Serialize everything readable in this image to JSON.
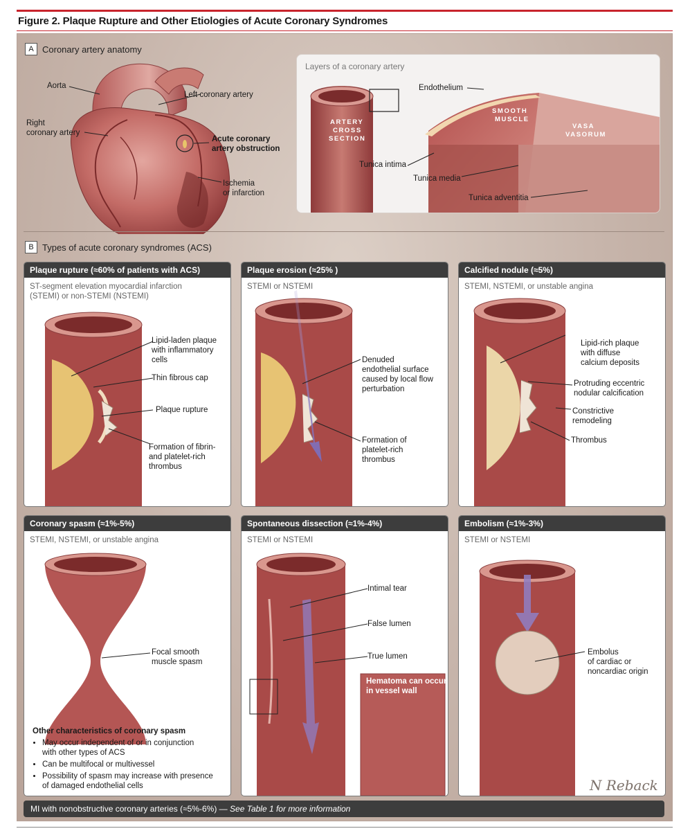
{
  "figure": {
    "title": "Figure 2. Plaque Rupture and Other Etiologies of Acute Coronary Syndromes",
    "signature": "N Reback"
  },
  "sectionA": {
    "letter": "A",
    "title": "Coronary artery anatomy",
    "labels": {
      "aorta": "Aorta",
      "left_coronary": "Left coronary artery",
      "right_coronary_1": "Right",
      "right_coronary_2": "coronary artery",
      "obstruction_1": "Acute coronary",
      "obstruction_2": "artery obstruction",
      "ischemia_1": "Ischemia",
      "ischemia_2": "or infarction"
    },
    "inset": {
      "title": "Layers of a coronary artery",
      "endothelium": "Endothelium",
      "smooth_1": "SMOOTH",
      "smooth_2": "MUSCLE",
      "vasa_1": "VASA",
      "vasa_2": "VASORUM",
      "cross_1": "ARTERY",
      "cross_2": "CROSS",
      "cross_3": "SECTION",
      "intima": "Tunica intima",
      "media": "Tunica media",
      "adventitia": "Tunica adventitia"
    }
  },
  "sectionB": {
    "letter": "B",
    "title": "Types of acute coronary syndromes (ACS)",
    "cards": [
      {
        "header": "Plaque rupture (≈60% of patients with ACS)",
        "sub1": "ST-segment elevation myocardial infarction",
        "sub2": "(STEMI) or non-STEMI (NSTEMI)",
        "l1": "Lipid-laden plaque",
        "l2": "with inflammatory",
        "l3": "cells",
        "l4": "Thin fibrous cap",
        "l5": "Plaque rupture",
        "l6": "Formation of fibrin-",
        "l7": "and platelet-rich",
        "l8": "thrombus"
      },
      {
        "header": "Plaque erosion (≈25% )",
        "sub1": "STEMI or NSTEMI",
        "l1": "Denuded",
        "l2": "endothelial surface",
        "l3": "caused by local flow",
        "l4": "perturbation",
        "l5": "Formation of",
        "l6": "platelet-rich",
        "l7": "thrombus"
      },
      {
        "header": "Calcified nodule (≈5%)",
        "sub1": "STEMI, NSTEMI, or unstable angina",
        "l1": "Lipid-rich plaque",
        "l2": "with diffuse",
        "l3": "calcium deposits",
        "l4": "Protruding eccentric",
        "l5": "nodular calcification",
        "l6": "Constrictive",
        "l7": "remodeling",
        "l8": "Thrombus"
      },
      {
        "header": "Coronary spasm (≈1%-5%)",
        "sub1": "STEMI, NSTEMI, or unstable angina",
        "l1": "Focal smooth",
        "l2": "muscle spasm",
        "other_title": "Other characteristics of coronary spasm",
        "b1a": "May occur independent of or in conjunction",
        "b1b": "with other types of ACS",
        "b2": "Can be multifocal or multivessel",
        "b3a": "Possibility of spasm may increase with presence",
        "b3b": "of damaged endothelial cells"
      },
      {
        "header": "Spontaneous dissection (≈1%-4%)",
        "sub1": "STEMI or NSTEMI",
        "l1": "Intimal tear",
        "l2": "False lumen",
        "l3": "True lumen",
        "h1": "Hematoma can occur",
        "h2": "in vessel wall"
      },
      {
        "header": "Embolism (≈1%-3%)",
        "sub1": "STEMI or NSTEMI",
        "l1": "Embolus",
        "l2": "of cardiac or",
        "l3": "noncardiac origin"
      }
    ],
    "footer_main": "MI with nonobstructive coronary arteries (≈5%-6%) —",
    "footer_ref": "See Table 1 for more information"
  }
}
